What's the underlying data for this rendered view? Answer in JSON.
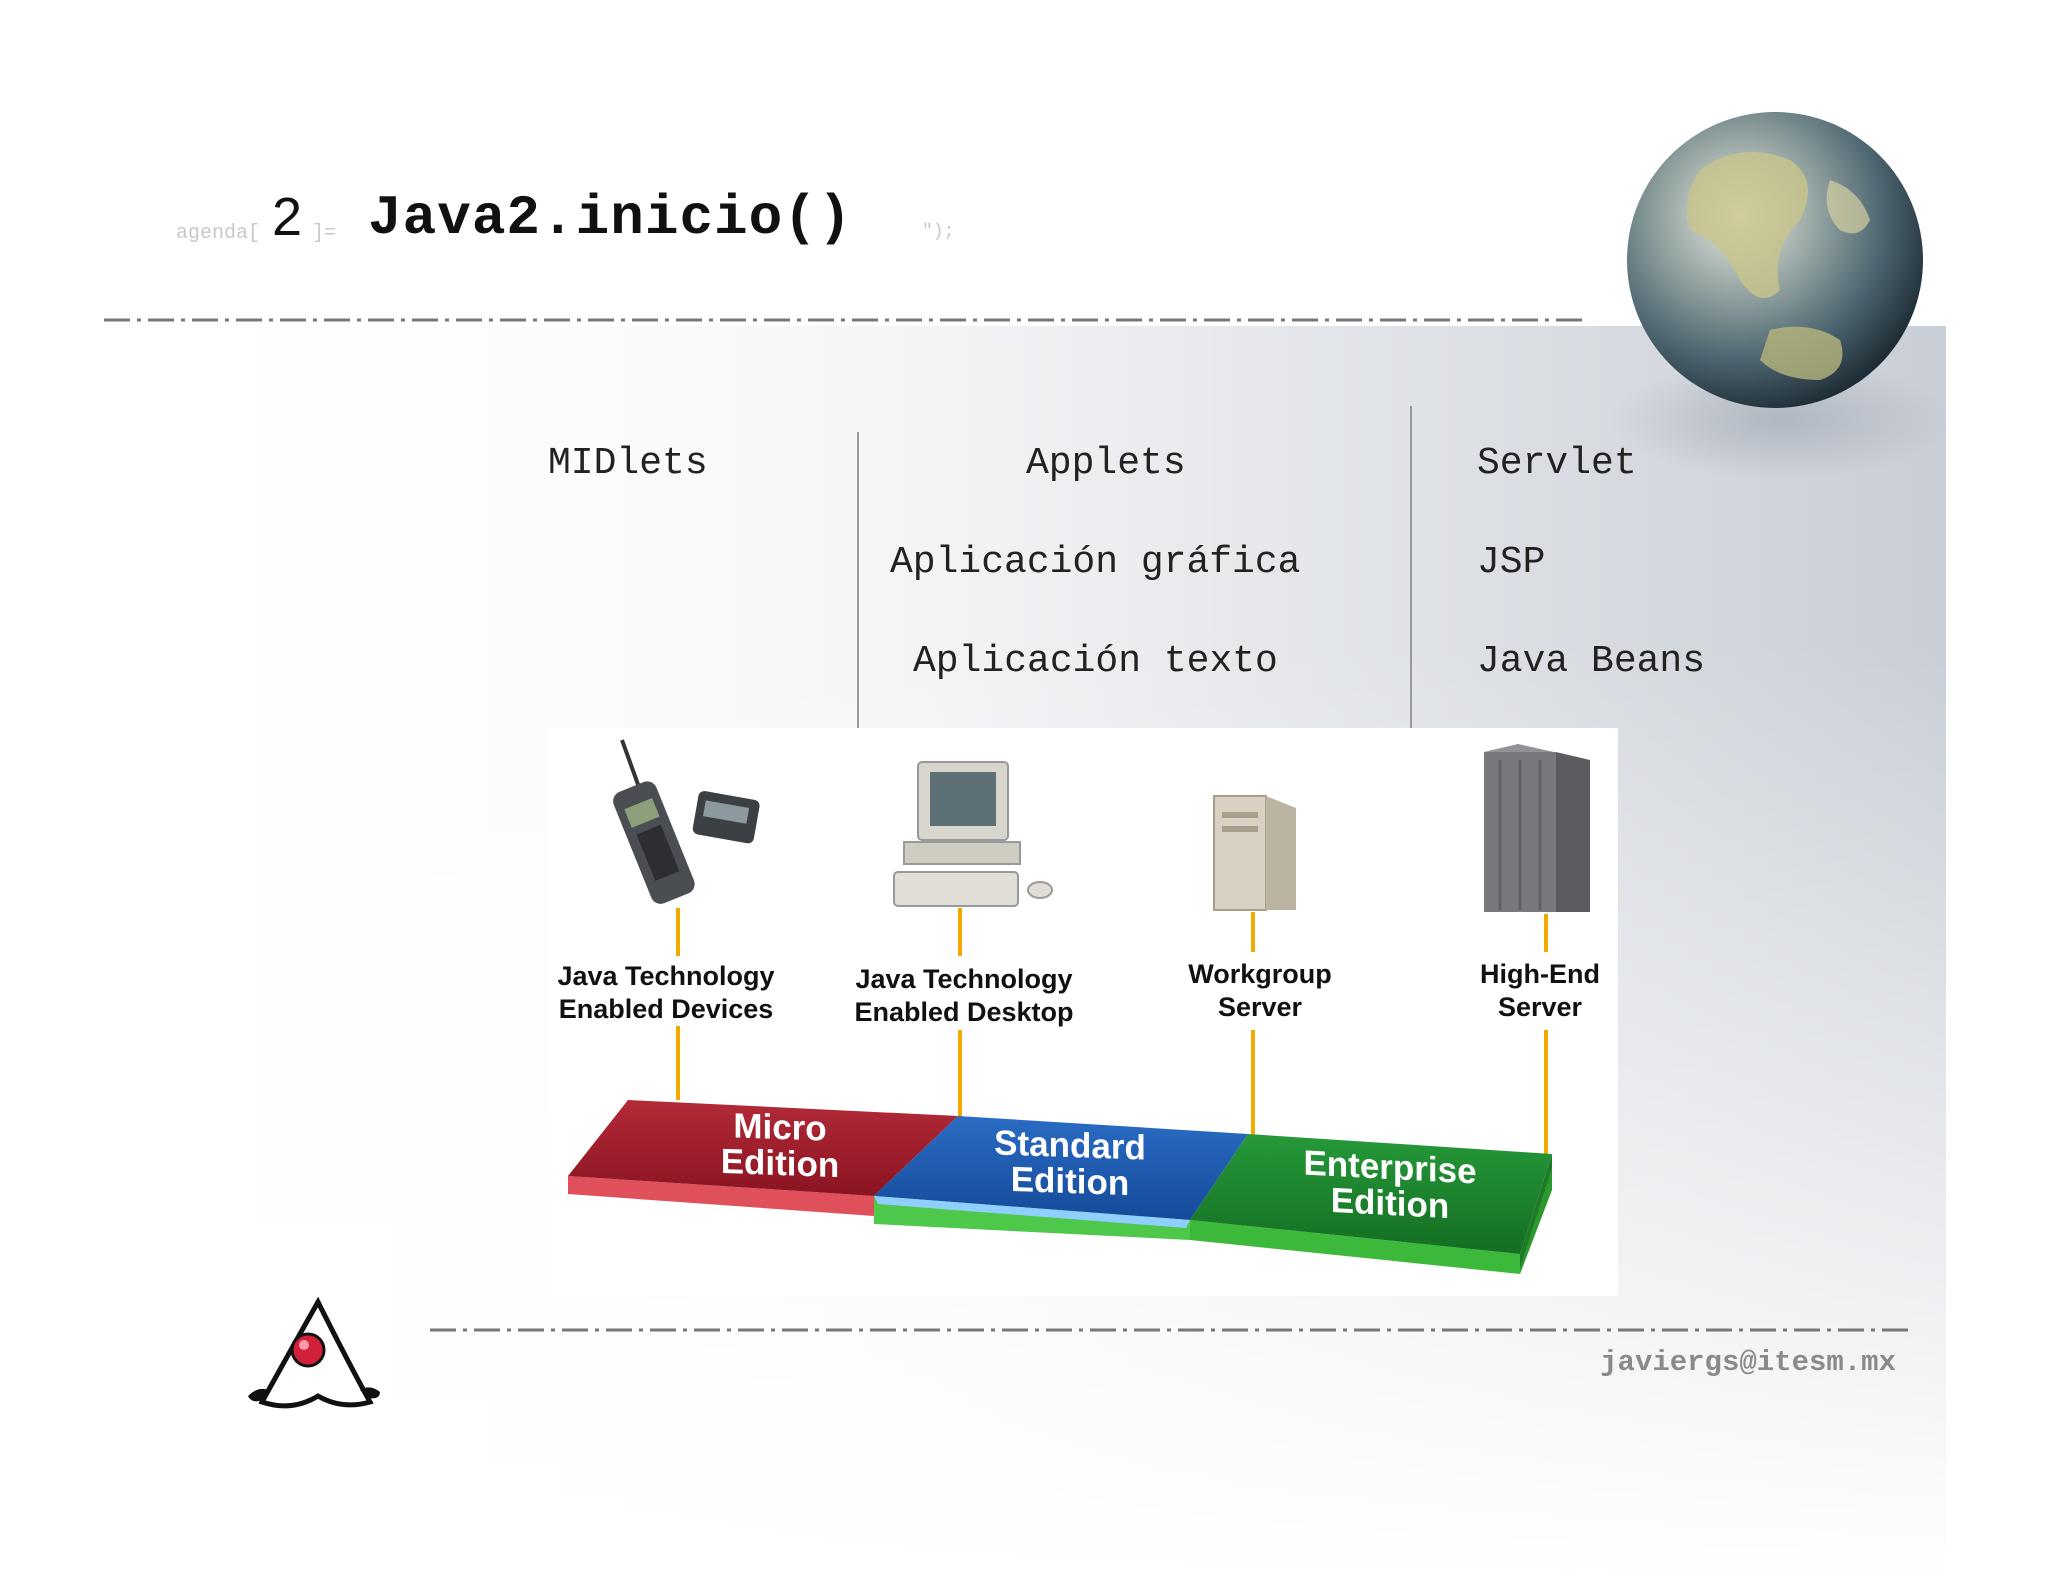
{
  "title": {
    "prefix": "agenda[",
    "number": "2",
    "suffix": "]=",
    "main": "Java2.inicio()",
    "end": "\");"
  },
  "columns": {
    "midlets": [
      "MIDlets"
    ],
    "applets": [
      "Applets",
      "Aplicación gráfica",
      "Aplicación texto"
    ],
    "servlets": [
      "Servlet",
      "JSP",
      "Java Beans"
    ]
  },
  "devices": {
    "devices_label": "Java Technology\nEnabled Devices",
    "desktop_label": "Java Technology\nEnabled Desktop",
    "workgroup_label": "Workgroup\nServer",
    "highend_label": "High-End\nServer"
  },
  "editions": {
    "micro": "Micro\nEdition",
    "standard": "Standard\nEdition",
    "enterprise": "Enterprise\nEdition"
  },
  "footer": {
    "email": "javiergs@itesm.mx"
  },
  "colors": {
    "micro": "#a3202e",
    "standard": "#1f5bb0",
    "enterprise": "#1f8a2e",
    "connector": "#f2a900"
  }
}
